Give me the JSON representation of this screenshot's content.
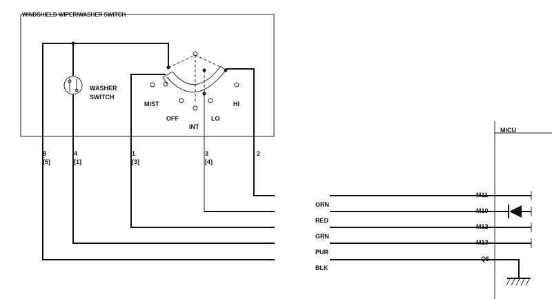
{
  "colors": {
    "line": "#111111",
    "background": "#ffffff"
  },
  "switch_box": {
    "title": "WINDSHIELD WIPER/WASHER SWITCH",
    "washer_switch": [
      "WASHER",
      "SWITCH"
    ],
    "positions": {
      "mist": "MIST",
      "off": "OFF",
      "int": "INT",
      "lo": "LO",
      "hi": "HI"
    }
  },
  "pins": [
    {
      "pin": "8",
      "alt": "[5]"
    },
    {
      "pin": "4",
      "alt": "[1]"
    },
    {
      "pin": "1",
      "alt": "[3]"
    },
    {
      "pin": "3",
      "alt": "[4]"
    },
    {
      "pin": "2",
      "alt": ""
    }
  ],
  "wires": [
    {
      "color": "ORN",
      "terminal": "M11"
    },
    {
      "color": "RED",
      "terminal": "M10"
    },
    {
      "color": "GRN",
      "terminal": "M12"
    },
    {
      "color": "PUR",
      "terminal": "M13"
    },
    {
      "color": "BLK",
      "terminal": "Q5"
    }
  ],
  "micu": {
    "label": "MICU"
  },
  "icons": {
    "diode": "diode-icon",
    "ground": "ground-icon"
  }
}
